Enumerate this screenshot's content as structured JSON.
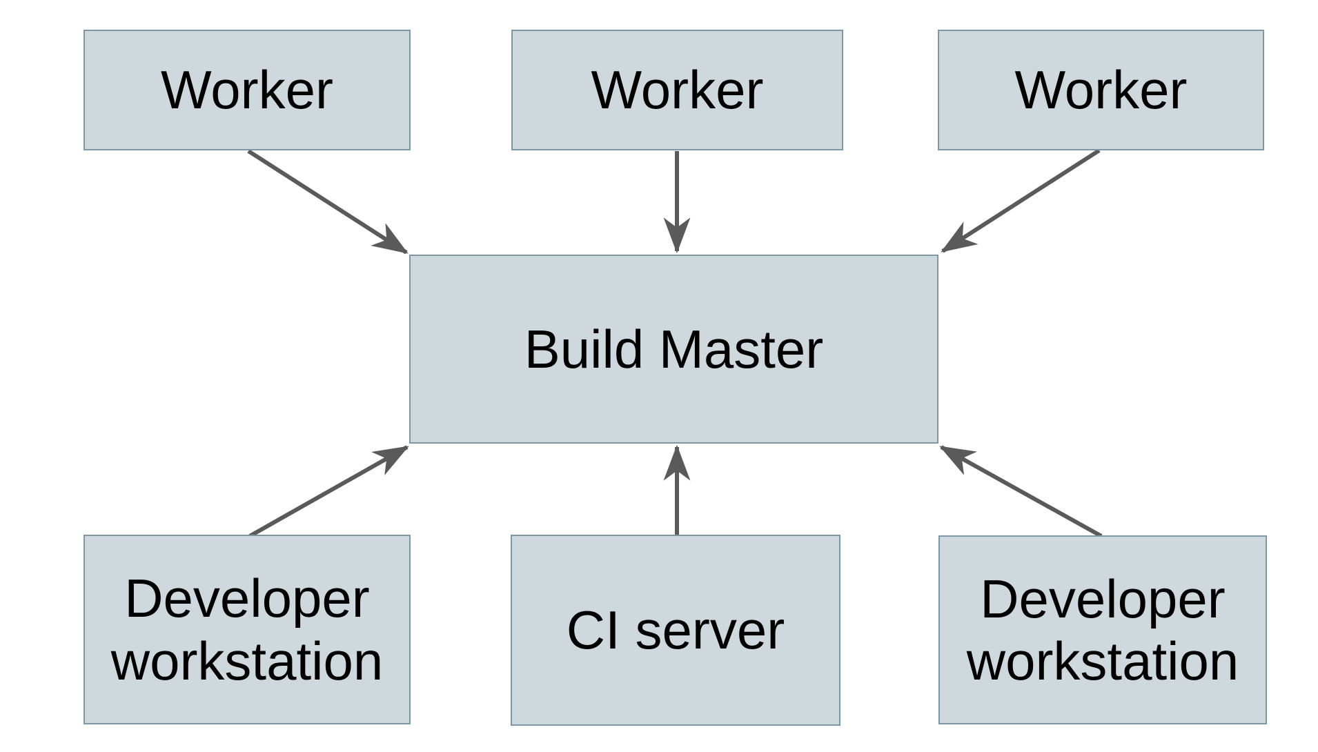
{
  "diagram": {
    "background_color": "#ffffff",
    "node_fill_color": "#cfd8dc",
    "node_border_color": "#7d97a4",
    "arrow_color": "#5a5a5a",
    "text_color": "#000000",
    "nodes": [
      {
        "id": "worker-1",
        "label": "Worker"
      },
      {
        "id": "worker-2",
        "label": "Worker"
      },
      {
        "id": "worker-3",
        "label": "Worker"
      },
      {
        "id": "build-master",
        "label": "Build Master"
      },
      {
        "id": "developer-workstation-left",
        "label": "Developer workstation"
      },
      {
        "id": "ci-server",
        "label": "CI server"
      },
      {
        "id": "developer-workstation-right",
        "label": "Developer workstation"
      }
    ],
    "edges": [
      {
        "from": "worker-1",
        "to": "build-master"
      },
      {
        "from": "worker-2",
        "to": "build-master"
      },
      {
        "from": "worker-3",
        "to": "build-master"
      },
      {
        "from": "developer-workstation-left",
        "to": "build-master"
      },
      {
        "from": "ci-server",
        "to": "build-master"
      },
      {
        "from": "developer-workstation-right",
        "to": "build-master"
      }
    ]
  }
}
